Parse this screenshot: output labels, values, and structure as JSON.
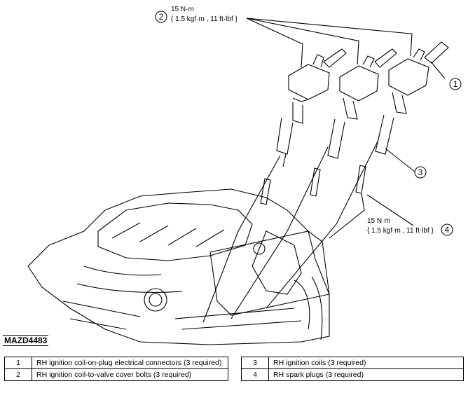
{
  "figure_id": "MAZD4483",
  "callouts": {
    "torque_top": {
      "number": "2",
      "value": "15 N·m",
      "detail": "{ 1.5 kgf·m , 11 ft·lbf }"
    },
    "torque_plug": {
      "number": "4",
      "value": "15 N·m",
      "detail": "{ 1.5 kgf·m , 11 ft·lbf }"
    },
    "label_1": "1",
    "label_3": "3"
  },
  "legend_left": [
    {
      "num": "1",
      "text": "RH ignition coil-on-plug electrical connectors (3 required)"
    },
    {
      "num": "2",
      "text": "RH ignition coil-to-valve cover bolts (3 required)"
    }
  ],
  "legend_right": [
    {
      "num": "3",
      "text": "RH ignition coils (3 required)"
    },
    {
      "num": "4",
      "text": "RH spark plugs (3 required)"
    }
  ]
}
